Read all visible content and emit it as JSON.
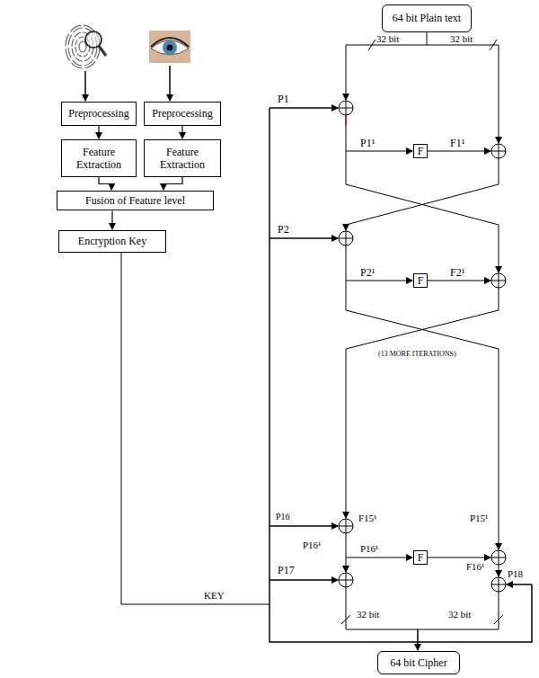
{
  "diagram": {
    "nodes": [
      {
        "text": [
          "Preprocessing"
        ]
      },
      {
        "text": [
          "Preprocessing"
        ]
      },
      {
        "text": [
          "Feature Extraction"
        ]
      },
      {
        "text": [
          "Feature Extraction"
        ]
      },
      {
        "text": [
          "Fusion of Feature level"
        ]
      },
      {
        "text": [
          "Encryption Key"
        ]
      },
      {
        "text": [
          "64 bit Plain text"
        ]
      },
      {
        "text": [
          "F"
        ]
      },
      {
        "text": [
          "F"
        ]
      },
      {
        "text": [
          "F"
        ]
      },
      {
        "text": [
          "64 bit Cipher"
        ]
      }
    ],
    "edges": [
      {
        "from": 0,
        "to": 2,
        "arrow": "to"
      },
      {
        "from": 1,
        "to": 3,
        "arrow": "to"
      },
      {
        "from": 2,
        "to": 4,
        "arrow": "to"
      },
      {
        "from": 3,
        "to": 4,
        "arrow": "to"
      },
      {
        "from": 4,
        "to": 5,
        "arrow": "to"
      }
    ],
    "labels": [
      "32 bit",
      "32 bit",
      "P1",
      "P1¹",
      "F1¹",
      "P2",
      "P2¹",
      "F2¹",
      "(13 MORE ITERATIONS)",
      "P16",
      "F15¹",
      "P15¹",
      "P16¹",
      "P16¹",
      "F16¹",
      "P17",
      "P18",
      "32 bit",
      "32 bit",
      "KEY"
    ]
  }
}
